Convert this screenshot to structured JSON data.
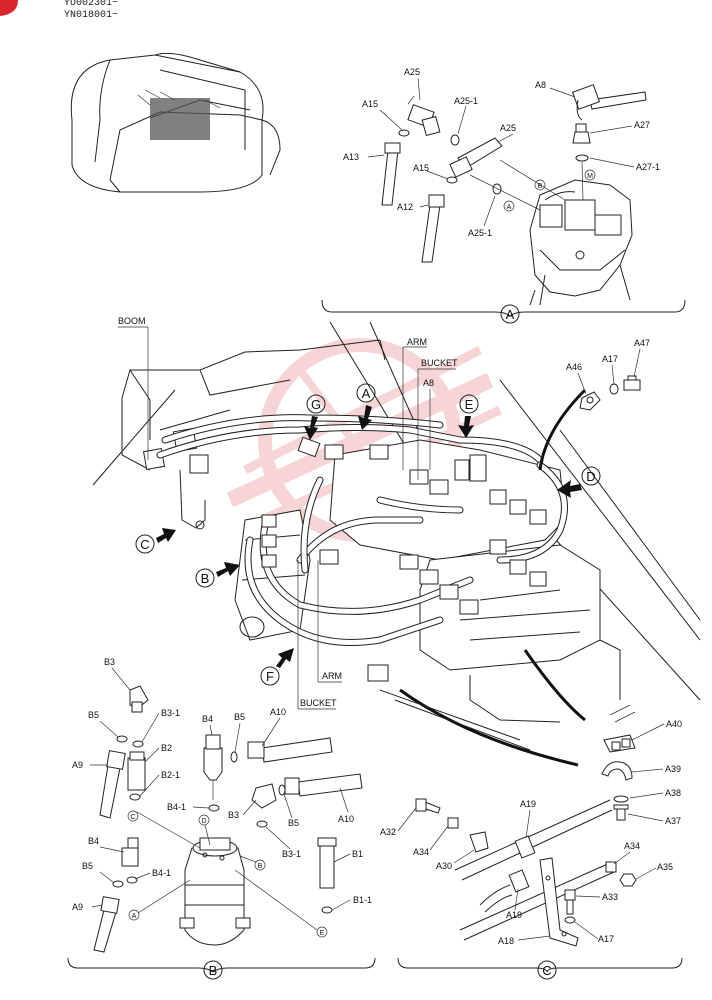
{
  "header": {
    "line1": "YU002301~",
    "line2": "YN018001~"
  },
  "sections": {
    "a": "A",
    "b": "B",
    "c": "C"
  },
  "view_arrows": [
    "A",
    "B",
    "C",
    "D",
    "E",
    "F",
    "G"
  ],
  "direction_labels": {
    "boom": "BOOM",
    "arm_top": "ARM",
    "bucket_top": "BUCKET",
    "arm_bottom": "ARM",
    "bucket_bottom": "BUCKET"
  },
  "circle_tags": {
    "b": "B",
    "a": "A",
    "m": "M",
    "c": "C",
    "d": "D",
    "e": "E"
  },
  "parts": {
    "A8": "A8",
    "A12": "A12",
    "A13": "A13",
    "A15": "A15",
    "A17": "A17",
    "A18": "A18",
    "A19": "A19",
    "A25": "A25",
    "A25_1": "A25-1",
    "A27": "A27",
    "A27_1": "A27-1",
    "A30": "A30",
    "A32": "A32",
    "A33": "A33",
    "A34": "A34",
    "A35": "A35",
    "A37": "A37",
    "A38": "A38",
    "A39": "A39",
    "A40": "A40",
    "A46": "A46",
    "A47": "A47",
    "B1": "B1",
    "B1_1": "B1-1",
    "B2": "B2",
    "B2_1": "B2-1",
    "B3": "B3",
    "B3_1": "B3-1",
    "B4": "B4",
    "B4_1": "B4-1",
    "B5": "B5",
    "A9": "A9",
    "A10": "A10"
  },
  "colors": {
    "line": "#222222",
    "accent": "#d9262b",
    "watermark": "#f3b3b3"
  }
}
